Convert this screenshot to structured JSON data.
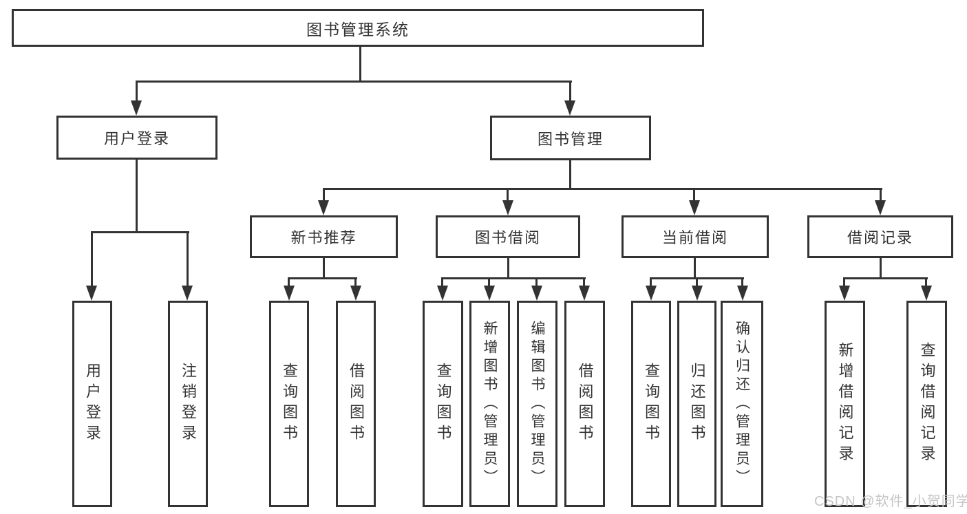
{
  "tree": {
    "root": {
      "label": "图书管理系统",
      "children": [
        {
          "label": "用户登录",
          "children": [
            {
              "label": "用户登录"
            },
            {
              "label": "注销登录"
            }
          ]
        },
        {
          "label": "图书管理",
          "children": [
            {
              "label": "新书推荐",
              "children": [
                {
                  "label": "查询图书"
                },
                {
                  "label": "借阅图书"
                }
              ]
            },
            {
              "label": "图书借阅",
              "children": [
                {
                  "label": "查询图书"
                },
                {
                  "label": "新增图书（管理员）"
                },
                {
                  "label": "编辑图书（管理员）"
                },
                {
                  "label": "借阅图书"
                }
              ]
            },
            {
              "label": "当前借阅",
              "children": [
                {
                  "label": "查询图书"
                },
                {
                  "label": "归还图书"
                },
                {
                  "label": "确认归还（管理员）"
                }
              ]
            },
            {
              "label": "借阅记录",
              "children": [
                {
                  "label": "新增借阅记录"
                },
                {
                  "label": "查询借阅记录"
                }
              ]
            }
          ]
        }
      ]
    }
  },
  "watermark": {
    "text": "CSDN @软件_小贺同学"
  },
  "colors": {
    "line": "#333333",
    "box_border": "#333333",
    "text": "#333333",
    "watermark": "#c6c6c6",
    "background": "#ffffff"
  }
}
